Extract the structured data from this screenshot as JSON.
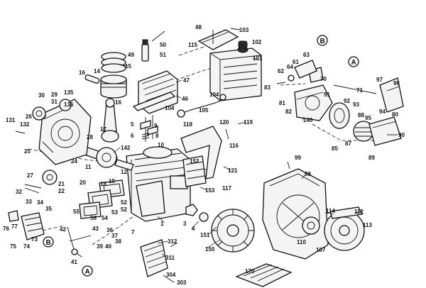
{
  "callouts": {
    "a1": "A",
    "a2": "A",
    "b1": "B",
    "b2": "B"
  },
  "labels": [
    {
      "id": "p1",
      "text": "1"
    },
    {
      "id": "p3",
      "text": "3"
    },
    {
      "id": "p4",
      "text": "4"
    },
    {
      "id": "p5",
      "text": "5"
    },
    {
      "id": "p6",
      "text": "6"
    },
    {
      "id": "p7",
      "text": "7"
    },
    {
      "id": "p8",
      "text": "8"
    },
    {
      "id": "p9",
      "text": "9"
    },
    {
      "id": "p10",
      "text": "10"
    },
    {
      "id": "p11",
      "text": "11"
    },
    {
      "id": "p12",
      "text": "12"
    },
    {
      "id": "p14",
      "text": "14"
    },
    {
      "id": "p15",
      "text": "15"
    },
    {
      "id": "p16a",
      "text": "16"
    },
    {
      "id": "p16b",
      "text": "16"
    },
    {
      "id": "p17",
      "text": "17"
    },
    {
      "id": "p18",
      "text": "18"
    },
    {
      "id": "p19",
      "text": "19"
    },
    {
      "id": "p20",
      "text": "20"
    },
    {
      "id": "p21",
      "text": "21"
    },
    {
      "id": "p22",
      "text": "22"
    },
    {
      "id": "p24",
      "text": "24"
    },
    {
      "id": "p25",
      "text": "25"
    },
    {
      "id": "p26",
      "text": "26"
    },
    {
      "id": "p27",
      "text": "27"
    },
    {
      "id": "p28",
      "text": "28"
    },
    {
      "id": "p29",
      "text": "29"
    },
    {
      "id": "p30",
      "text": "30"
    },
    {
      "id": "p31",
      "text": "31"
    },
    {
      "id": "p32",
      "text": "32"
    },
    {
      "id": "p33",
      "text": "33"
    },
    {
      "id": "p34",
      "text": "34"
    },
    {
      "id": "p35",
      "text": "35"
    },
    {
      "id": "p36",
      "text": "36"
    },
    {
      "id": "p37",
      "text": "37"
    },
    {
      "id": "p38",
      "text": "38"
    },
    {
      "id": "p39",
      "text": "39"
    },
    {
      "id": "p40",
      "text": "40"
    },
    {
      "id": "p41",
      "text": "41"
    },
    {
      "id": "p42",
      "text": "42"
    },
    {
      "id": "p43",
      "text": "43"
    },
    {
      "id": "p46",
      "text": "46"
    },
    {
      "id": "p47",
      "text": "47"
    },
    {
      "id": "p48",
      "text": "48"
    },
    {
      "id": "p49",
      "text": "49"
    },
    {
      "id": "p50",
      "text": "50"
    },
    {
      "id": "p51",
      "text": "51"
    },
    {
      "id": "p52a",
      "text": "52"
    },
    {
      "id": "p52b",
      "text": "52"
    },
    {
      "id": "p53",
      "text": "53"
    },
    {
      "id": "p54",
      "text": "54"
    },
    {
      "id": "p55",
      "text": "55"
    },
    {
      "id": "p56",
      "text": "56"
    },
    {
      "id": "p61",
      "text": "61"
    },
    {
      "id": "p62",
      "text": "62"
    },
    {
      "id": "p63",
      "text": "63"
    },
    {
      "id": "p64",
      "text": "64"
    },
    {
      "id": "p70",
      "text": "70"
    },
    {
      "id": "p71",
      "text": "71"
    },
    {
      "id": "p73",
      "text": "73"
    },
    {
      "id": "p74",
      "text": "74"
    },
    {
      "id": "p75",
      "text": "75"
    },
    {
      "id": "p76",
      "text": "76"
    },
    {
      "id": "p77",
      "text": "77"
    },
    {
      "id": "p80",
      "text": "80"
    },
    {
      "id": "p81",
      "text": "81"
    },
    {
      "id": "p82",
      "text": "82"
    },
    {
      "id": "p83",
      "text": "83"
    },
    {
      "id": "p85",
      "text": "85"
    },
    {
      "id": "p87",
      "text": "87"
    },
    {
      "id": "p88",
      "text": "88"
    },
    {
      "id": "p89",
      "text": "89"
    },
    {
      "id": "p90",
      "text": "90"
    },
    {
      "id": "p91",
      "text": "91"
    },
    {
      "id": "p92",
      "text": "92"
    },
    {
      "id": "p93",
      "text": "93"
    },
    {
      "id": "p94",
      "text": "94"
    },
    {
      "id": "p95",
      "text": "95"
    },
    {
      "id": "p96",
      "text": "96"
    },
    {
      "id": "p97",
      "text": "97"
    },
    {
      "id": "p98",
      "text": "98"
    },
    {
      "id": "p99",
      "text": "99"
    },
    {
      "id": "p101",
      "text": "101"
    },
    {
      "id": "p102",
      "text": "102"
    },
    {
      "id": "p103",
      "text": "103"
    },
    {
      "id": "p104a",
      "text": "104"
    },
    {
      "id": "p104b",
      "text": "104"
    },
    {
      "id": "p105",
      "text": "105"
    },
    {
      "id": "p107",
      "text": "107"
    },
    {
      "id": "p110",
      "text": "110"
    },
    {
      "id": "p112",
      "text": "112"
    },
    {
      "id": "p113",
      "text": "113"
    },
    {
      "id": "p114",
      "text": "114"
    },
    {
      "id": "p115",
      "text": "115"
    },
    {
      "id": "p116",
      "text": "116"
    },
    {
      "id": "p117",
      "text": "117"
    },
    {
      "id": "p118",
      "text": "118"
    },
    {
      "id": "p119",
      "text": "119"
    },
    {
      "id": "p120",
      "text": "120"
    },
    {
      "id": "p121",
      "text": "121"
    },
    {
      "id": "p131",
      "text": "131"
    },
    {
      "id": "p132",
      "text": "132"
    },
    {
      "id": "p135",
      "text": "135"
    },
    {
      "id": "p136",
      "text": "136"
    },
    {
      "id": "p140",
      "text": "140"
    },
    {
      "id": "p142",
      "text": "142"
    },
    {
      "id": "p150",
      "text": "150"
    },
    {
      "id": "p151",
      "text": "151"
    },
    {
      "id": "p152",
      "text": "152"
    },
    {
      "id": "p153",
      "text": "153"
    },
    {
      "id": "p170",
      "text": "170"
    },
    {
      "id": "p303",
      "text": "303"
    },
    {
      "id": "p304",
      "text": "304"
    },
    {
      "id": "p311",
      "text": "311"
    },
    {
      "id": "p312",
      "text": "312"
    }
  ]
}
